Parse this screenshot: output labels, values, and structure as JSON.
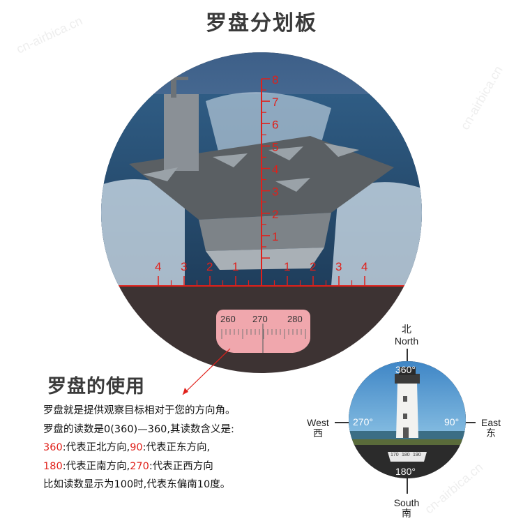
{
  "title": "罗盘分划板",
  "reticle": {
    "vertical_numbers": [
      "8",
      "7",
      "6",
      "5",
      "4",
      "3",
      "2",
      "1"
    ],
    "horizontal_left": [
      "4",
      "3",
      "2",
      "1"
    ],
    "horizontal_right": [
      "1",
      "2",
      "3",
      "4"
    ]
  },
  "compass_window": {
    "left": "260",
    "center": "270",
    "right": "280"
  },
  "usage": {
    "title": "罗盘的使用",
    "line1": "罗盘就是提供观察目标相对于您的方向角。",
    "line2": "罗盘的读数是0(360)—360,其读数含义是:",
    "line3_red1": "360",
    "line3_text1": ":代表正北方向,",
    "line3_red2": "90",
    "line3_text2": ":代表正东方向,",
    "line4_red1": "180",
    "line4_text1": ":代表正南方向,",
    "line4_red2": "270",
    "line4_text2": ":代表正西方向",
    "line5": "比如读数显示为100时,代表东偏南10度。"
  },
  "mini_compass": {
    "north_zh": "北",
    "north_en": "North",
    "south_en": "South",
    "south_zh": "南",
    "west_en": "West",
    "west_zh": "西",
    "east_en": "East",
    "east_zh": "东",
    "deg_top": "360°",
    "deg_left": "270°",
    "deg_right": "90°",
    "deg_bottom": "180°",
    "scale_labels": [
      "170",
      "180",
      "190"
    ]
  },
  "watermarks": [
    "cn-airbica.cn",
    "cn-airbica.cn",
    "cn-airbica.cn"
  ],
  "colors": {
    "reticle_red": "#e0201a",
    "scope_bg": "#3d3333",
    "window_pink": "#f0a7ad"
  }
}
